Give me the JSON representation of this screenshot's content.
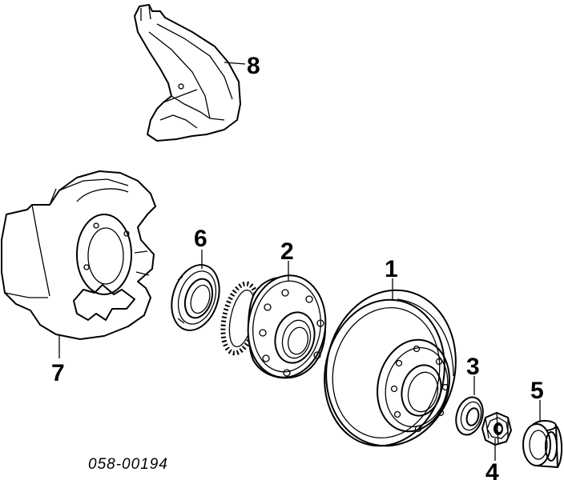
{
  "diagram": {
    "part_number": "058-00194",
    "parts": [
      {
        "id": "brake-rotor",
        "callout": "1"
      },
      {
        "id": "wheel-hub",
        "callout": "2"
      },
      {
        "id": "hub-bearing-washer",
        "callout": "3"
      },
      {
        "id": "hub-nut",
        "callout": "4"
      },
      {
        "id": "grease-cap",
        "callout": "5"
      },
      {
        "id": "oil-seal",
        "callout": "6"
      },
      {
        "id": "dust-shield",
        "callout": "7"
      },
      {
        "id": "splash-guard",
        "callout": "8"
      }
    ]
  }
}
